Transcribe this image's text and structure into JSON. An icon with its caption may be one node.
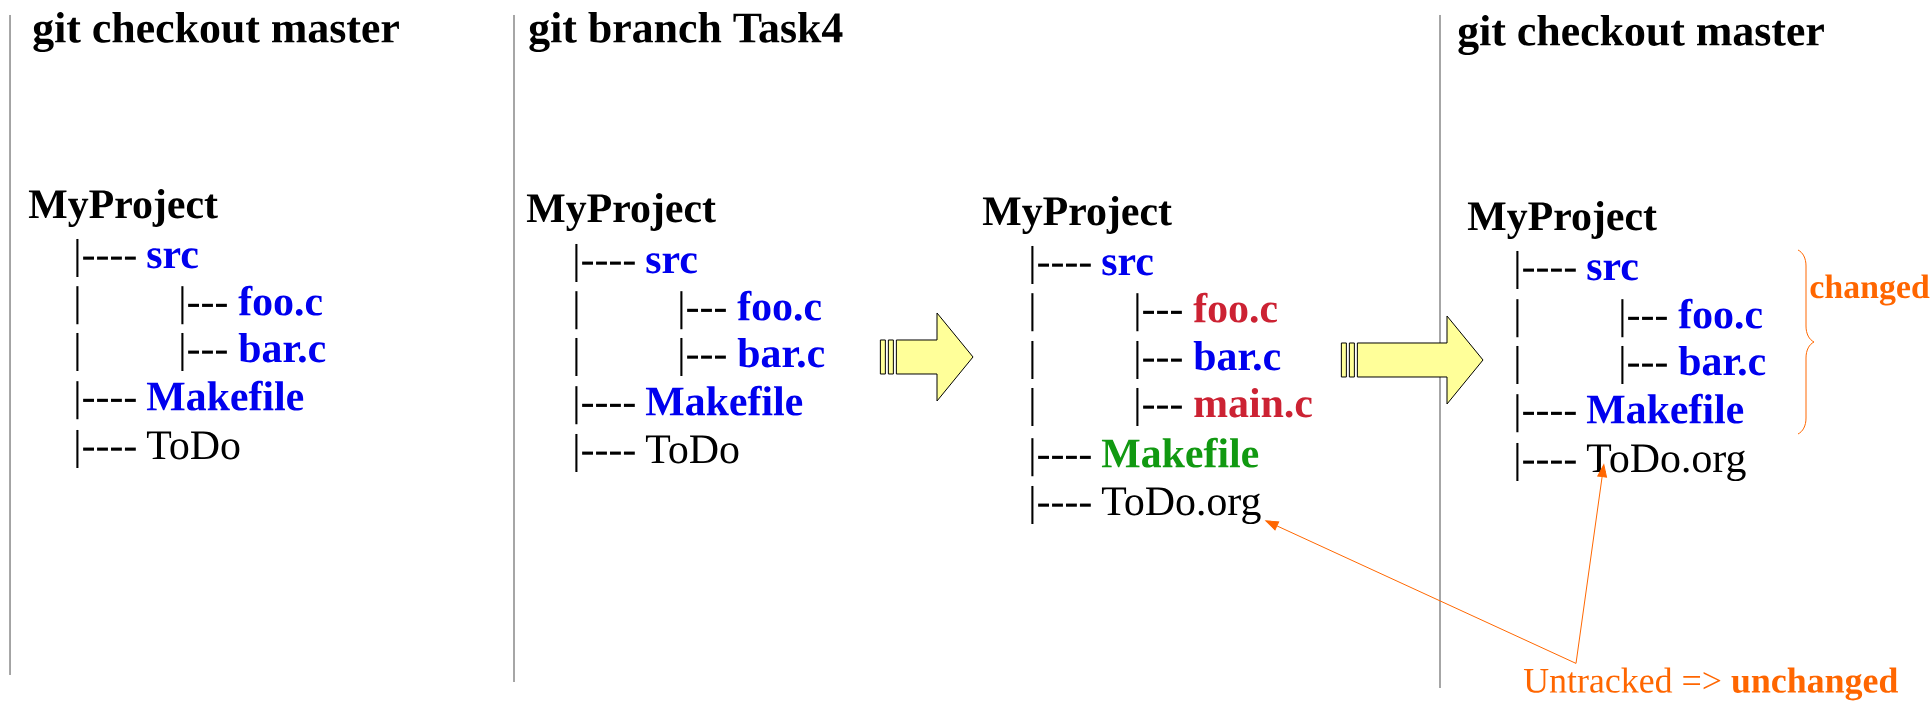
{
  "diagram": {
    "nodes": [
      {
        "text": [
          "MyProject"
        ]
      },
      {
        "text": [
          "|----",
          "src"
        ]
      },
      {
        "text": [
          "|",
          "|---",
          "foo.c"
        ]
      },
      {
        "text": [
          "|",
          "|---",
          "bar.c"
        ]
      },
      {
        "text": [
          "|----",
          "Makefile"
        ]
      },
      {
        "text": [
          "|----",
          "ToDo"
        ]
      },
      {
        "text": [
          "MyProject"
        ]
      },
      {
        "text": [
          "|----",
          "src"
        ]
      },
      {
        "text": [
          "|",
          "|---",
          "foo.c"
        ]
      },
      {
        "text": [
          "|",
          "|---",
          "bar.c"
        ]
      },
      {
        "text": [
          "|----",
          "Makefile"
        ]
      },
      {
        "text": [
          "|----",
          "ToDo"
        ]
      },
      {
        "text": [
          "MyProject"
        ]
      },
      {
        "text": [
          "|----",
          "src"
        ]
      },
      {
        "text": [
          "|",
          "|---",
          "foo.c"
        ]
      },
      {
        "text": [
          "|",
          "|---",
          "bar.c"
        ]
      },
      {
        "text": [
          "|",
          "|---",
          "main.c"
        ]
      },
      {
        "text": [
          "|----",
          "Makefile"
        ]
      },
      {
        "text": [
          "|----",
          "ToDo.org"
        ]
      },
      {
        "text": [
          "MyProject"
        ]
      },
      {
        "text": [
          "|----",
          "src"
        ]
      },
      {
        "text": [
          "|",
          "|---",
          "foo.c"
        ]
      },
      {
        "text": [
          "|",
          "|---",
          "bar.c"
        ]
      },
      {
        "text": [
          "|----",
          "Makefile"
        ]
      },
      {
        "text": [
          "|----",
          "ToDo.org"
        ]
      },
      {
        "text": [
          "Untracked => **unchanged**"
        ]
      }
    ],
    "edges": [
      {
        "from": 9,
        "to": 15,
        "arrow": "to"
      },
      {
        "from": 15,
        "to": 22,
        "arrow": "to"
      },
      {
        "from": 25,
        "to": 18,
        "arrow": "to",
        "color": "#ff6600"
      },
      {
        "from": 25,
        "to": 24,
        "arrow": "to",
        "color": "#ff6600"
      }
    ],
    "labels": [
      "git checkout master",
      "git branch Task4",
      "git checkout master",
      "changed"
    ]
  }
}
